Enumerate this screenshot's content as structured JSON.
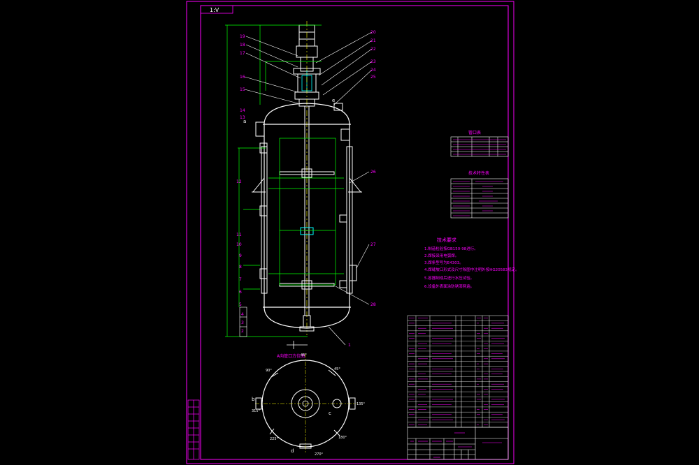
{
  "drawing": {
    "title_block_id": "1:V",
    "section_label": "A向",
    "section_title": "A向管口方位图",
    "note_title": "技术要求",
    "notes": [
      "1.制造检验按GB150-98进行。",
      "2.焊接采用电弧焊。",
      "3.焊条型号为E4303。",
      "4.焊缝坡口形式及尺寸除图中注明外按HG20583规定。",
      "5.容器制成后进行水压试验。",
      "6.设备外表面涂防锈漆两遍。"
    ],
    "table_titles": [
      "管口表",
      "技术特性表"
    ],
    "part_numbers_left": [
      "19",
      "18",
      "17",
      "16",
      "15",
      "14",
      "13",
      "12",
      "11",
      "10",
      "9",
      "8",
      "7",
      "6",
      "5",
      "4",
      "3",
      "2",
      "1"
    ],
    "part_numbers_right": [
      "20",
      "21",
      "22",
      "23",
      "24",
      "25",
      "26",
      "27",
      "28"
    ],
    "angle_labels": [
      "45°",
      "45°",
      "90°",
      "135°",
      "180°",
      "225°",
      "270°",
      "315°"
    ],
    "nozzle_letters": [
      "b",
      "c",
      "d",
      "a",
      "e"
    ]
  },
  "colors": {
    "background": "#000000",
    "frame": "#ff00ff",
    "outline": "#ffffff",
    "dimension": "#00ff00",
    "centerline": "#ffff00",
    "text": "#ff00ff",
    "accent": "#00ffff",
    "red": "#ff0000"
  }
}
